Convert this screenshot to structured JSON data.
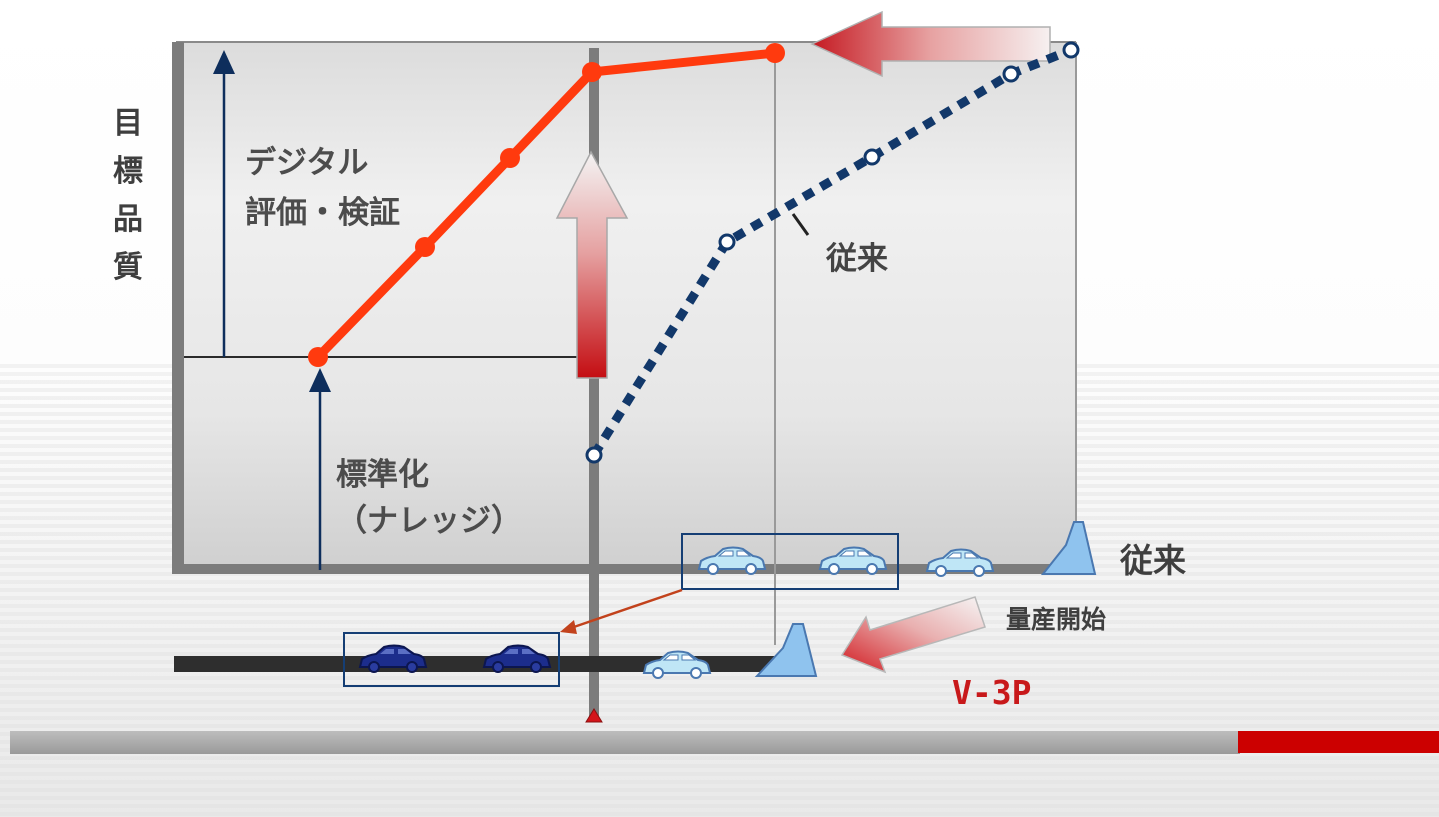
{
  "labels": {
    "yaxis": [
      "目",
      "標",
      "品",
      "質"
    ],
    "digital_line1": "デジタル",
    "digital_line2": "評価・検証",
    "standardization_line1": "標準化",
    "standardization_line2": "（ナレッジ）",
    "conventional_curve": "従来",
    "conventional_row": "従来",
    "mass_production_start": "量産開始",
    "method_name": "V-3P"
  },
  "colors": {
    "v3p_curve": "#ff3a0e",
    "conventional_curve": "#12386a",
    "v3p_text": "#c8191b",
    "accent_bar": "#cc0000",
    "panel": "#d4d4d4",
    "frame": "#7c7c7c"
  },
  "icons": {
    "up_arrow": "gradient-up-arrow-icon",
    "left_arrow": "gradient-left-arrow-icon",
    "diagonal_arrow": "gradient-diagonal-arrow-icon",
    "car_new": "light-blue-car-icon",
    "car_prototype": "dark-blue-car-icon",
    "mass_production_marker": "trapezoid-marker-icon",
    "milestone": "red-triangle-icon"
  }
}
